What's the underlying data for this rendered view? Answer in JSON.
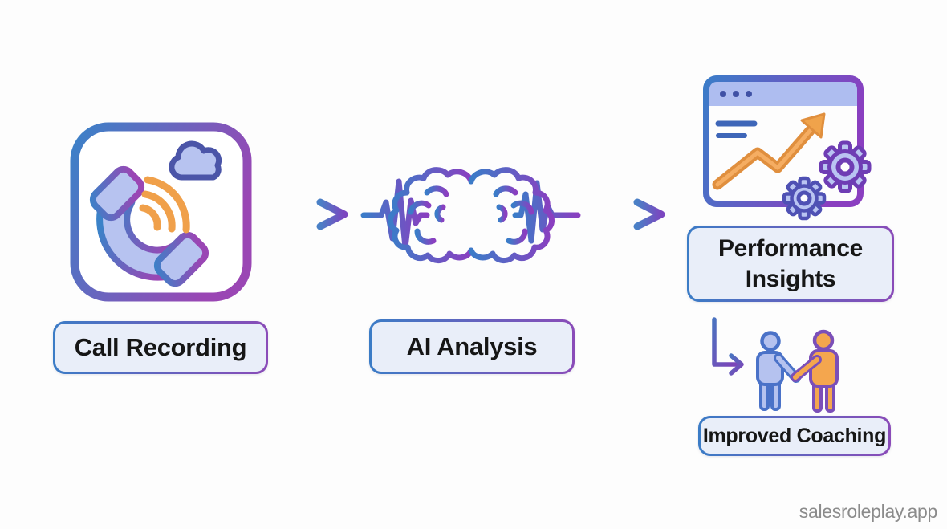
{
  "page": {
    "background": "#fdfdfd",
    "watermark": "salesroleplay.app"
  },
  "palette": {
    "page_bg": "#fdfdfd",
    "blue": "#3b7cc6",
    "purple": "#8a4bb8",
    "indigo": "#4b55a8",
    "periwinkle": "#b7c3f0",
    "orange": "#f0a04a",
    "orange_dark": "#e08f3e",
    "label_fill": "#e9eef9",
    "label_text": "#161616",
    "watermark_gray": "#8b8b8b"
  },
  "flow": {
    "steps": [
      {
        "label": "Call Recording",
        "icon": "phone-cloud-recording-icon"
      },
      {
        "label": "AI Analysis",
        "icon": "brain-waveform-icon"
      },
      {
        "label": "Performance Insights",
        "icon": "analytics-window-gears-icon"
      },
      {
        "label": "Improved Coaching",
        "icon": "handshake-icon"
      }
    ],
    "connectors": [
      "arrow-right",
      "arrow-right",
      "arrow-down-right"
    ]
  }
}
